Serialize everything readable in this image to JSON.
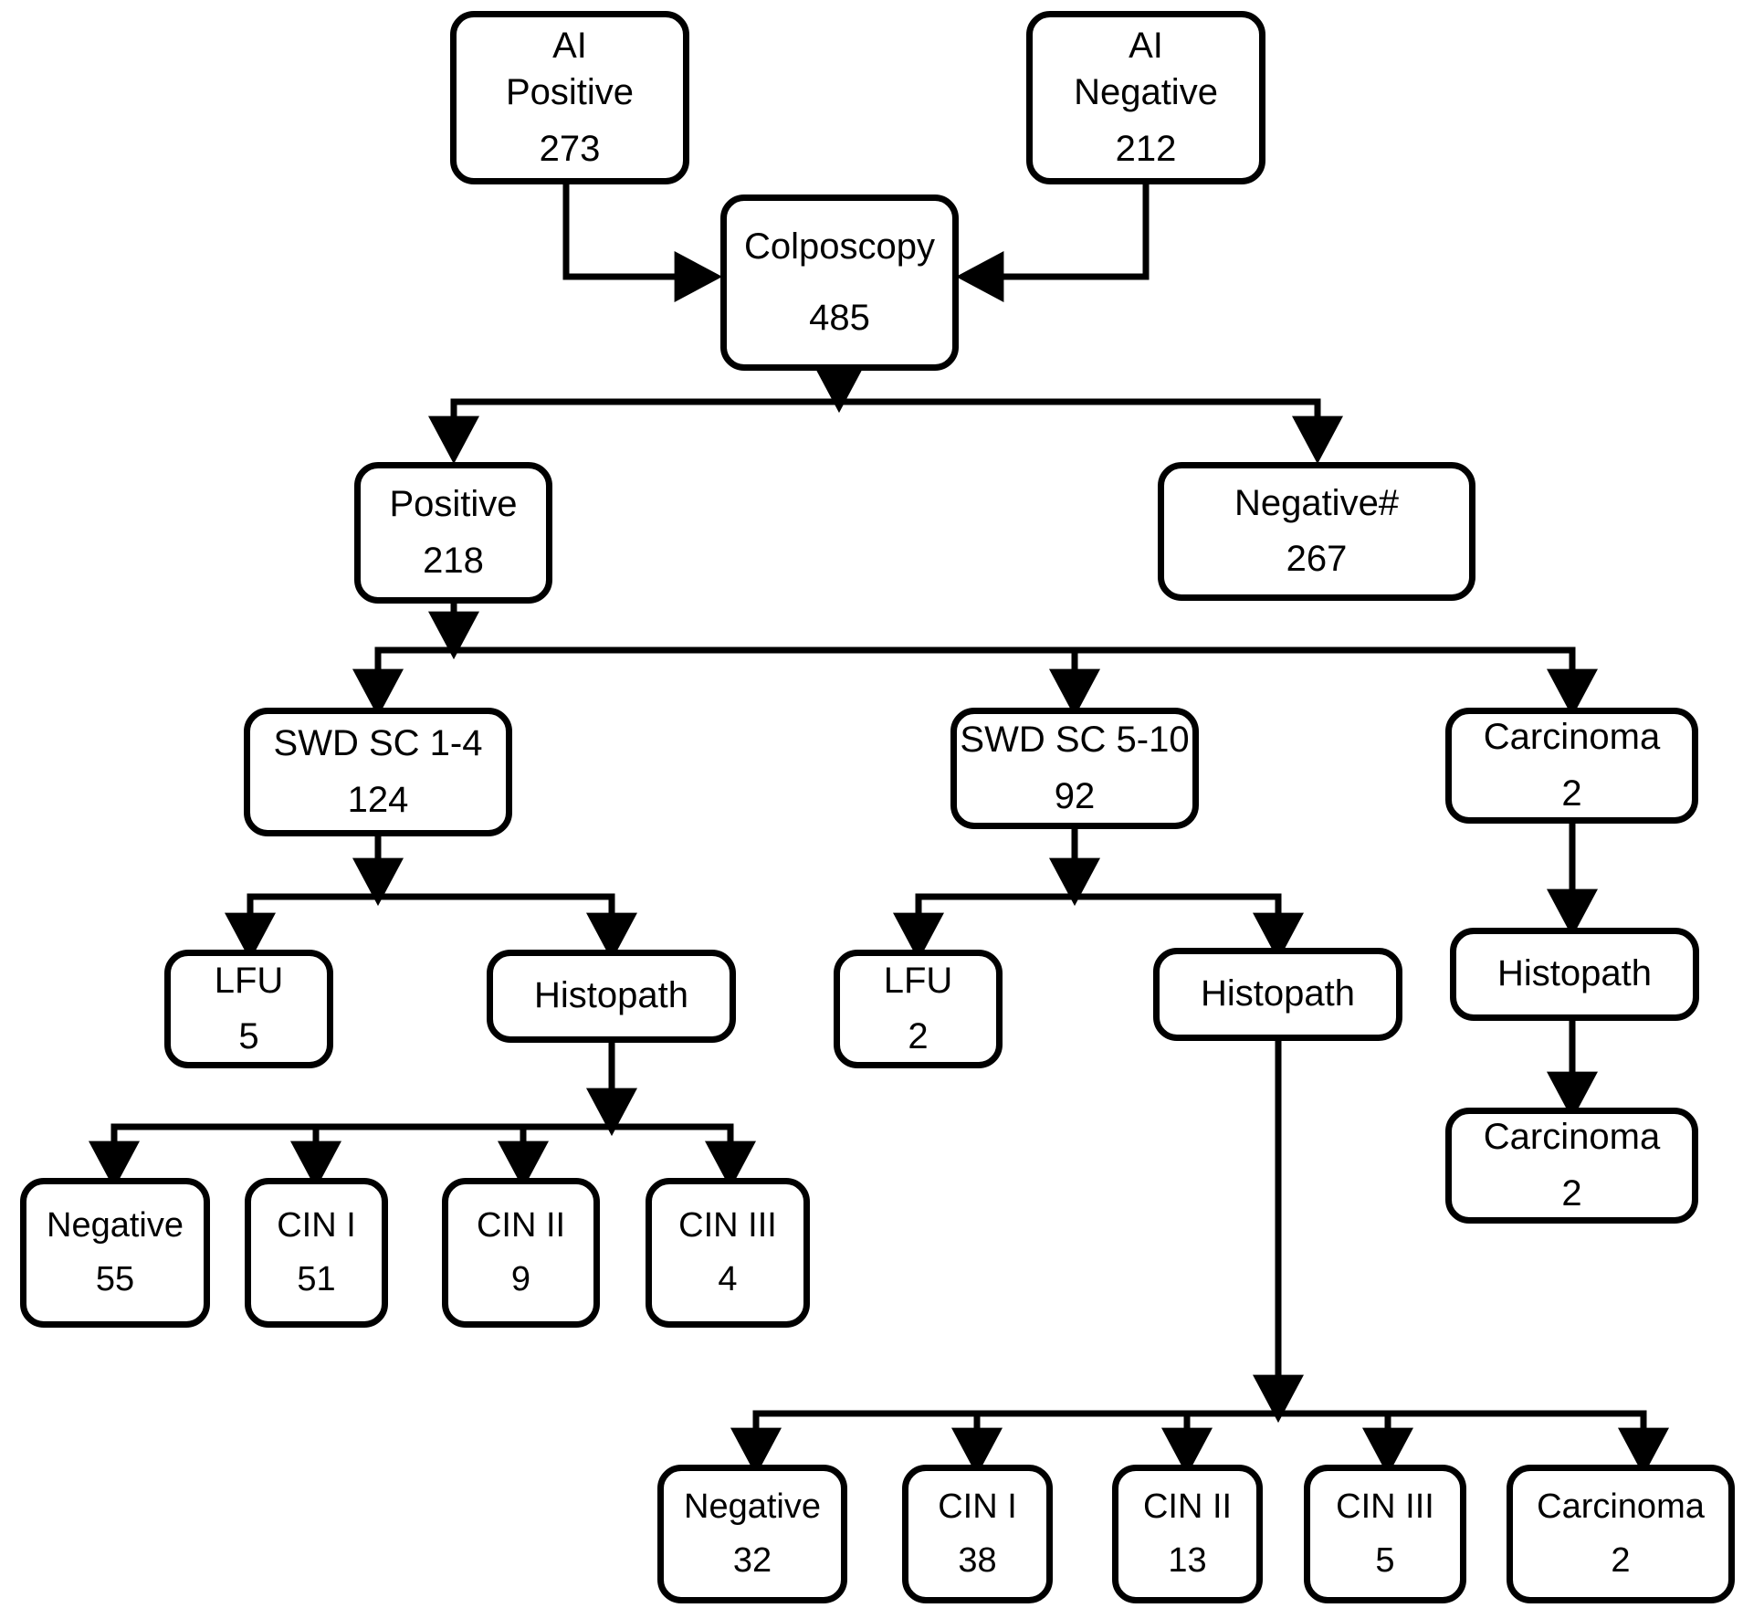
{
  "diagram": {
    "title": "Colposcopy screening outcome flowchart",
    "line_color": "#000000",
    "box_fill": "#ffffff",
    "text_color": "#000000"
  },
  "nodes": [
    {
      "id": "ai-positive",
      "label": "AI\nPositive",
      "label_line1": "AI",
      "label_line2": "Positive",
      "value": "273"
    },
    {
      "id": "ai-negative",
      "label": "AI\nNegative",
      "label_line1": "AI",
      "label_line2": "Negative",
      "value": "212"
    },
    {
      "id": "colposcopy",
      "label": "Colposcopy",
      "value": "485"
    },
    {
      "id": "colpo-positive",
      "label": "Positive",
      "value": "218"
    },
    {
      "id": "colpo-negative",
      "label": "Negative#",
      "value": "267"
    },
    {
      "id": "swd-sc-1-4",
      "label": "SWD SC 1-4",
      "value": "124"
    },
    {
      "id": "swd-sc-5-10",
      "label": "SWD SC 5-10",
      "value": "92"
    },
    {
      "id": "carcinoma-colpo",
      "label": "Carcinoma",
      "value": "2"
    },
    {
      "id": "lfu-left",
      "label": "LFU",
      "value": "5"
    },
    {
      "id": "histopath-left",
      "label": "Histopath",
      "value": ""
    },
    {
      "id": "lfu-mid",
      "label": "LFU",
      "value": "2"
    },
    {
      "id": "histopath-mid",
      "label": "Histopath",
      "value": ""
    },
    {
      "id": "histopath-right",
      "label": "Histopath",
      "value": ""
    },
    {
      "id": "carcinoma-right",
      "label": "Carcinoma",
      "value": "2"
    },
    {
      "id": "left-negative",
      "label": "Negative",
      "value": "55"
    },
    {
      "id": "left-cin1",
      "label": "CIN I",
      "value": "51"
    },
    {
      "id": "left-cin2",
      "label": "CIN II",
      "value": "9"
    },
    {
      "id": "left-cin3",
      "label": "CIN III",
      "value": "4"
    },
    {
      "id": "bot-negative",
      "label": "Negative",
      "value": "32"
    },
    {
      "id": "bot-cin1",
      "label": "CIN I",
      "value": "38"
    },
    {
      "id": "bot-cin2",
      "label": "CIN II",
      "value": "13"
    },
    {
      "id": "bot-cin3",
      "label": "CIN III",
      "value": "5"
    },
    {
      "id": "bot-carcinoma",
      "label": "Carcinoma",
      "value": "2"
    }
  ],
  "chart_data": {
    "type": "diagram",
    "title": "Colposcopy screening outcome flowchart",
    "edges": [
      {
        "from": "ai-positive",
        "to": "colposcopy"
      },
      {
        "from": "ai-negative",
        "to": "colposcopy"
      },
      {
        "from": "colposcopy",
        "to": "colpo-positive"
      },
      {
        "from": "colposcopy",
        "to": "colpo-negative"
      },
      {
        "from": "colpo-positive",
        "to": "swd-sc-1-4"
      },
      {
        "from": "colpo-positive",
        "to": "swd-sc-5-10"
      },
      {
        "from": "colpo-positive",
        "to": "carcinoma-colpo"
      },
      {
        "from": "swd-sc-1-4",
        "to": "lfu-left"
      },
      {
        "from": "swd-sc-1-4",
        "to": "histopath-left"
      },
      {
        "from": "swd-sc-5-10",
        "to": "lfu-mid"
      },
      {
        "from": "swd-sc-5-10",
        "to": "histopath-mid"
      },
      {
        "from": "carcinoma-colpo",
        "to": "histopath-right"
      },
      {
        "from": "histopath-right",
        "to": "carcinoma-right"
      },
      {
        "from": "histopath-left",
        "to": "left-negative"
      },
      {
        "from": "histopath-left",
        "to": "left-cin1"
      },
      {
        "from": "histopath-left",
        "to": "left-cin2"
      },
      {
        "from": "histopath-left",
        "to": "left-cin3"
      },
      {
        "from": "histopath-mid",
        "to": "bot-negative"
      },
      {
        "from": "histopath-mid",
        "to": "bot-cin1"
      },
      {
        "from": "histopath-mid",
        "to": "bot-cin2"
      },
      {
        "from": "histopath-mid",
        "to": "bot-cin3"
      },
      {
        "from": "histopath-mid",
        "to": "bot-carcinoma"
      }
    ],
    "counts": {
      "ai_positive": 273,
      "ai_negative": 212,
      "colposcopy": 485,
      "colposcopy_positive": 218,
      "colposcopy_negative": 267,
      "swd_sc_1_4": 124,
      "swd_sc_5_10": 92,
      "carcinoma_colposcopy": 2,
      "lfu_swd_1_4": 5,
      "lfu_swd_5_10": 2,
      "carcinoma_histopath": 2,
      "swd_1_4_histopath_negative": 55,
      "swd_1_4_histopath_cin1": 51,
      "swd_1_4_histopath_cin2": 9,
      "swd_1_4_histopath_cin3": 4,
      "swd_5_10_histopath_negative": 32,
      "swd_5_10_histopath_cin1": 38,
      "swd_5_10_histopath_cin2": 13,
      "swd_5_10_histopath_cin3": 5,
      "swd_5_10_histopath_carcinoma": 2
    }
  }
}
